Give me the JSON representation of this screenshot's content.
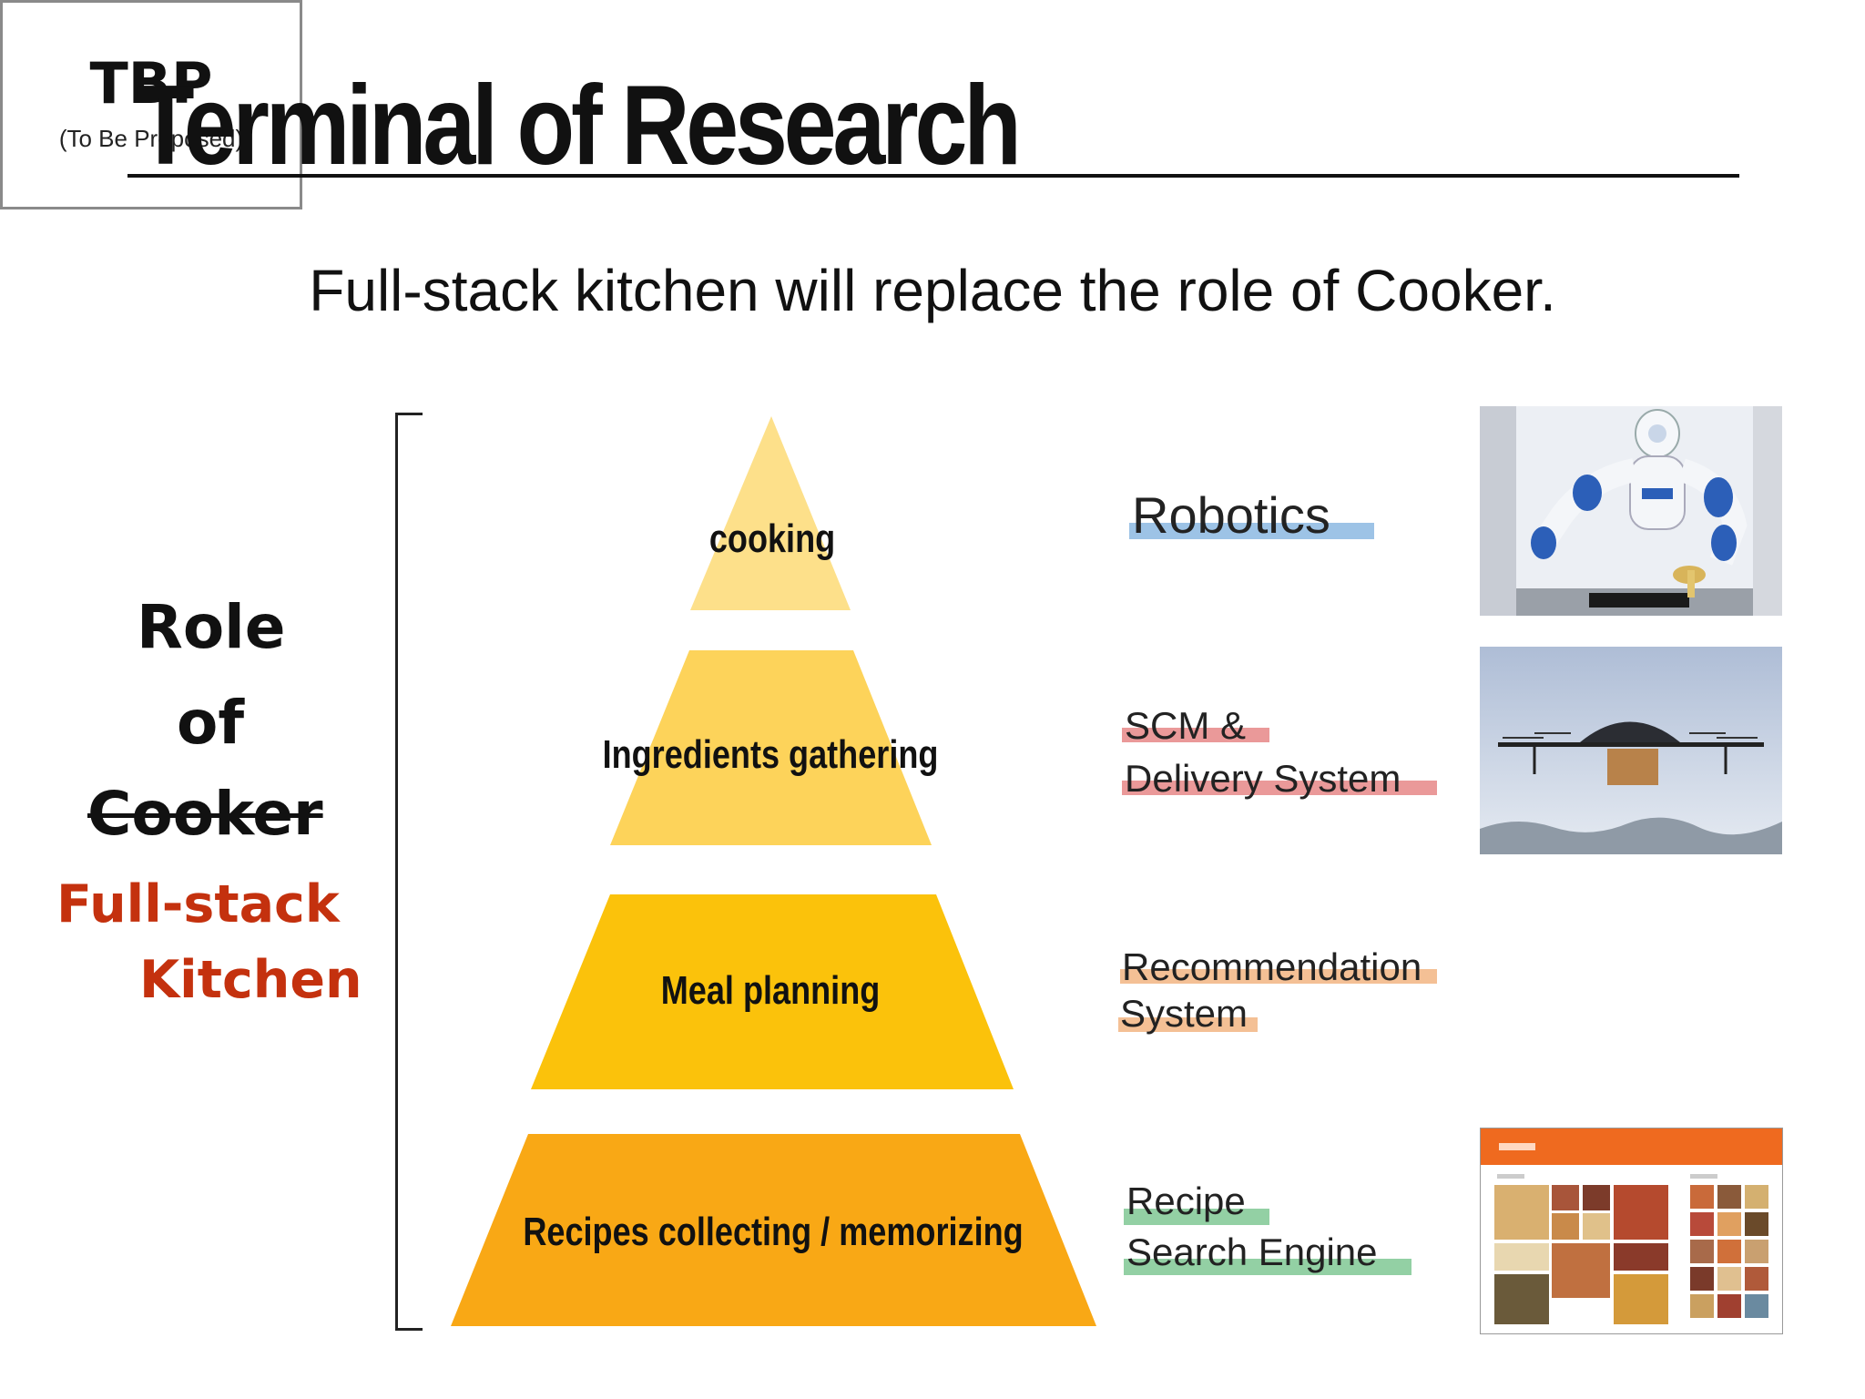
{
  "slide": {
    "title": "Terminal of Research",
    "subtitle": "Full-stack kitchen will replace the role of Cooker."
  },
  "role_label": {
    "line1": "Role",
    "line2": "of",
    "line3_struck": "Cooker",
    "replacement_line1": "Full-stack",
    "replacement_line2": "Kitchen"
  },
  "pyramid": {
    "tiers": [
      {
        "label": "cooking",
        "color": "#fde08a"
      },
      {
        "label": "Ingredients gathering",
        "color": "#fdd35a"
      },
      {
        "label": "Meal planning",
        "color": "#fbc20b"
      },
      {
        "label": "Recipes collecting / memorizing",
        "color": "#f9a815"
      }
    ]
  },
  "technologies": [
    {
      "lines": [
        "Robotics"
      ],
      "highlight_color": "#9dc3e6"
    },
    {
      "lines": [
        "SCM &",
        "Delivery System"
      ],
      "highlight_color": "#ea9999"
    },
    {
      "lines": [
        "Recommendation",
        "System"
      ],
      "highlight_color": "#f4c095"
    },
    {
      "lines": [
        "Recipe",
        "Search Engine"
      ],
      "highlight_color": "#93d0a4"
    }
  ],
  "images": [
    {
      "name": "robot-chef-image",
      "icon": "robot-icon"
    },
    {
      "name": "delivery-drone-image",
      "icon": "drone-icon"
    },
    {
      "name": "tbp-box",
      "title": "TBP",
      "subtitle": "(To Be Proposed)"
    },
    {
      "name": "recipe-app-screenshot",
      "icon": "app-screenshot-icon"
    }
  ]
}
